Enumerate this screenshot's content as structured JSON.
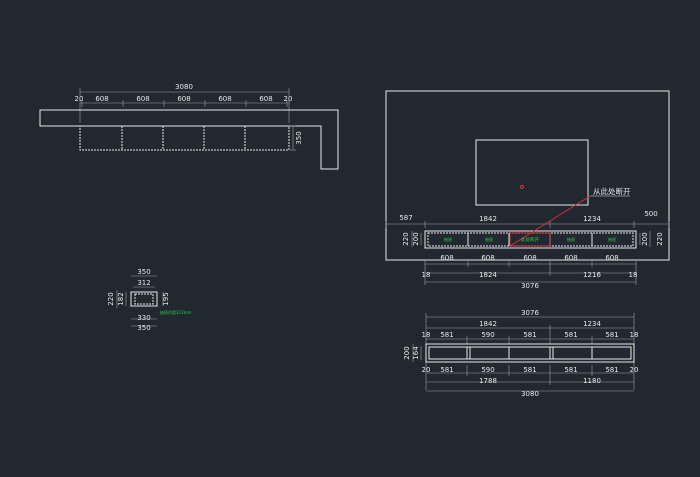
{
  "colors": {
    "background": "#212830",
    "line": "#e8e8e8",
    "dim": "#9aa0a6",
    "text": "#e8e8e8",
    "green": "#2bd04a",
    "red": "#e0303a"
  },
  "top_view": {
    "overall": "3080",
    "parts": [
      "20",
      "608",
      "608",
      "608",
      "608",
      "608",
      "20"
    ],
    "depth": "350"
  },
  "section": {
    "top_width": "350",
    "inner_width": "312",
    "bottom_inner": "330",
    "bottom_width": "350",
    "height_outer": "220",
    "height_inner": "182",
    "height_right": "195",
    "note": "抽屉内宽312mm"
  },
  "elevation": {
    "left_offset": "587",
    "seg_a": "1842",
    "seg_b": "1234",
    "right_offset": "500",
    "h_outer_left": "220",
    "h_inner_left": "200",
    "h_inner_right": "200",
    "h_outer_right": "220",
    "bottom_parts": [
      "18",
      "608",
      "608",
      "608",
      "608",
      "608",
      "18"
    ],
    "bottom_seg_a": "1824",
    "bottom_seg_b": "1216",
    "bottom_total": "3076",
    "annotation": "从此处断开",
    "drawer_label": "抽屉",
    "red_label": "此处断开"
  },
  "front_view": {
    "top_total": "3076",
    "top_seg_a": "1842",
    "top_seg_b": "1234",
    "top_parts": [
      "18",
      "581",
      "590",
      "581",
      "581",
      "581",
      "18"
    ],
    "h_outer": "200",
    "h_inner": "164",
    "bottom_parts": [
      "20",
      "581",
      "590",
      "581",
      "581",
      "581",
      "20"
    ],
    "bottom_seg_a": "1788",
    "bottom_seg_b": "1180",
    "bottom_total": "3080"
  }
}
